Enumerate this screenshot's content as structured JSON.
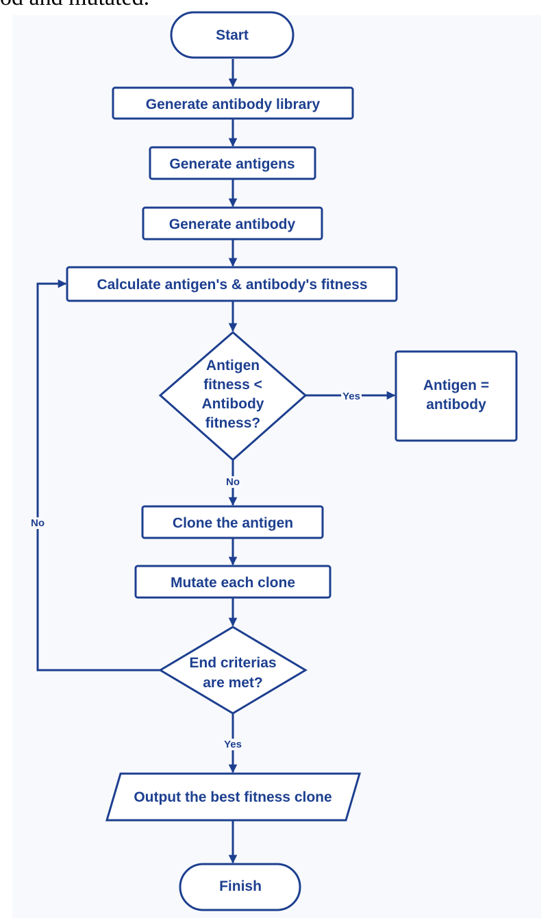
{
  "caption_fragment": "od and mutated.",
  "colors": {
    "stroke": "#1d3f8f",
    "text": "#1d3f8f",
    "fill": "#ffffff",
    "background": "#f8f9fd"
  },
  "nodes": {
    "start": "Start",
    "generate_library": "Generate antibody library",
    "generate_antigens": "Generate antigens",
    "generate_antibody": "Generate antibody",
    "calculate_fitness": "Calculate antigen's & antibody's fitness",
    "decision_fitness": [
      "Antigen",
      "fitness <",
      "Antibody",
      "fitness?"
    ],
    "antigen_equals_antibody": [
      "Antigen =",
      "antibody"
    ],
    "clone_antigen": "Clone the antigen",
    "mutate_clone": "Mutate each clone",
    "decision_end": [
      "End criterias",
      "are met?"
    ],
    "output_best": "Output the best fitness clone",
    "finish": "Finish"
  },
  "edge_labels": {
    "yes_fitness": "Yes",
    "no_fitness": "No",
    "no_loop": "No",
    "yes_end": "Yes"
  }
}
